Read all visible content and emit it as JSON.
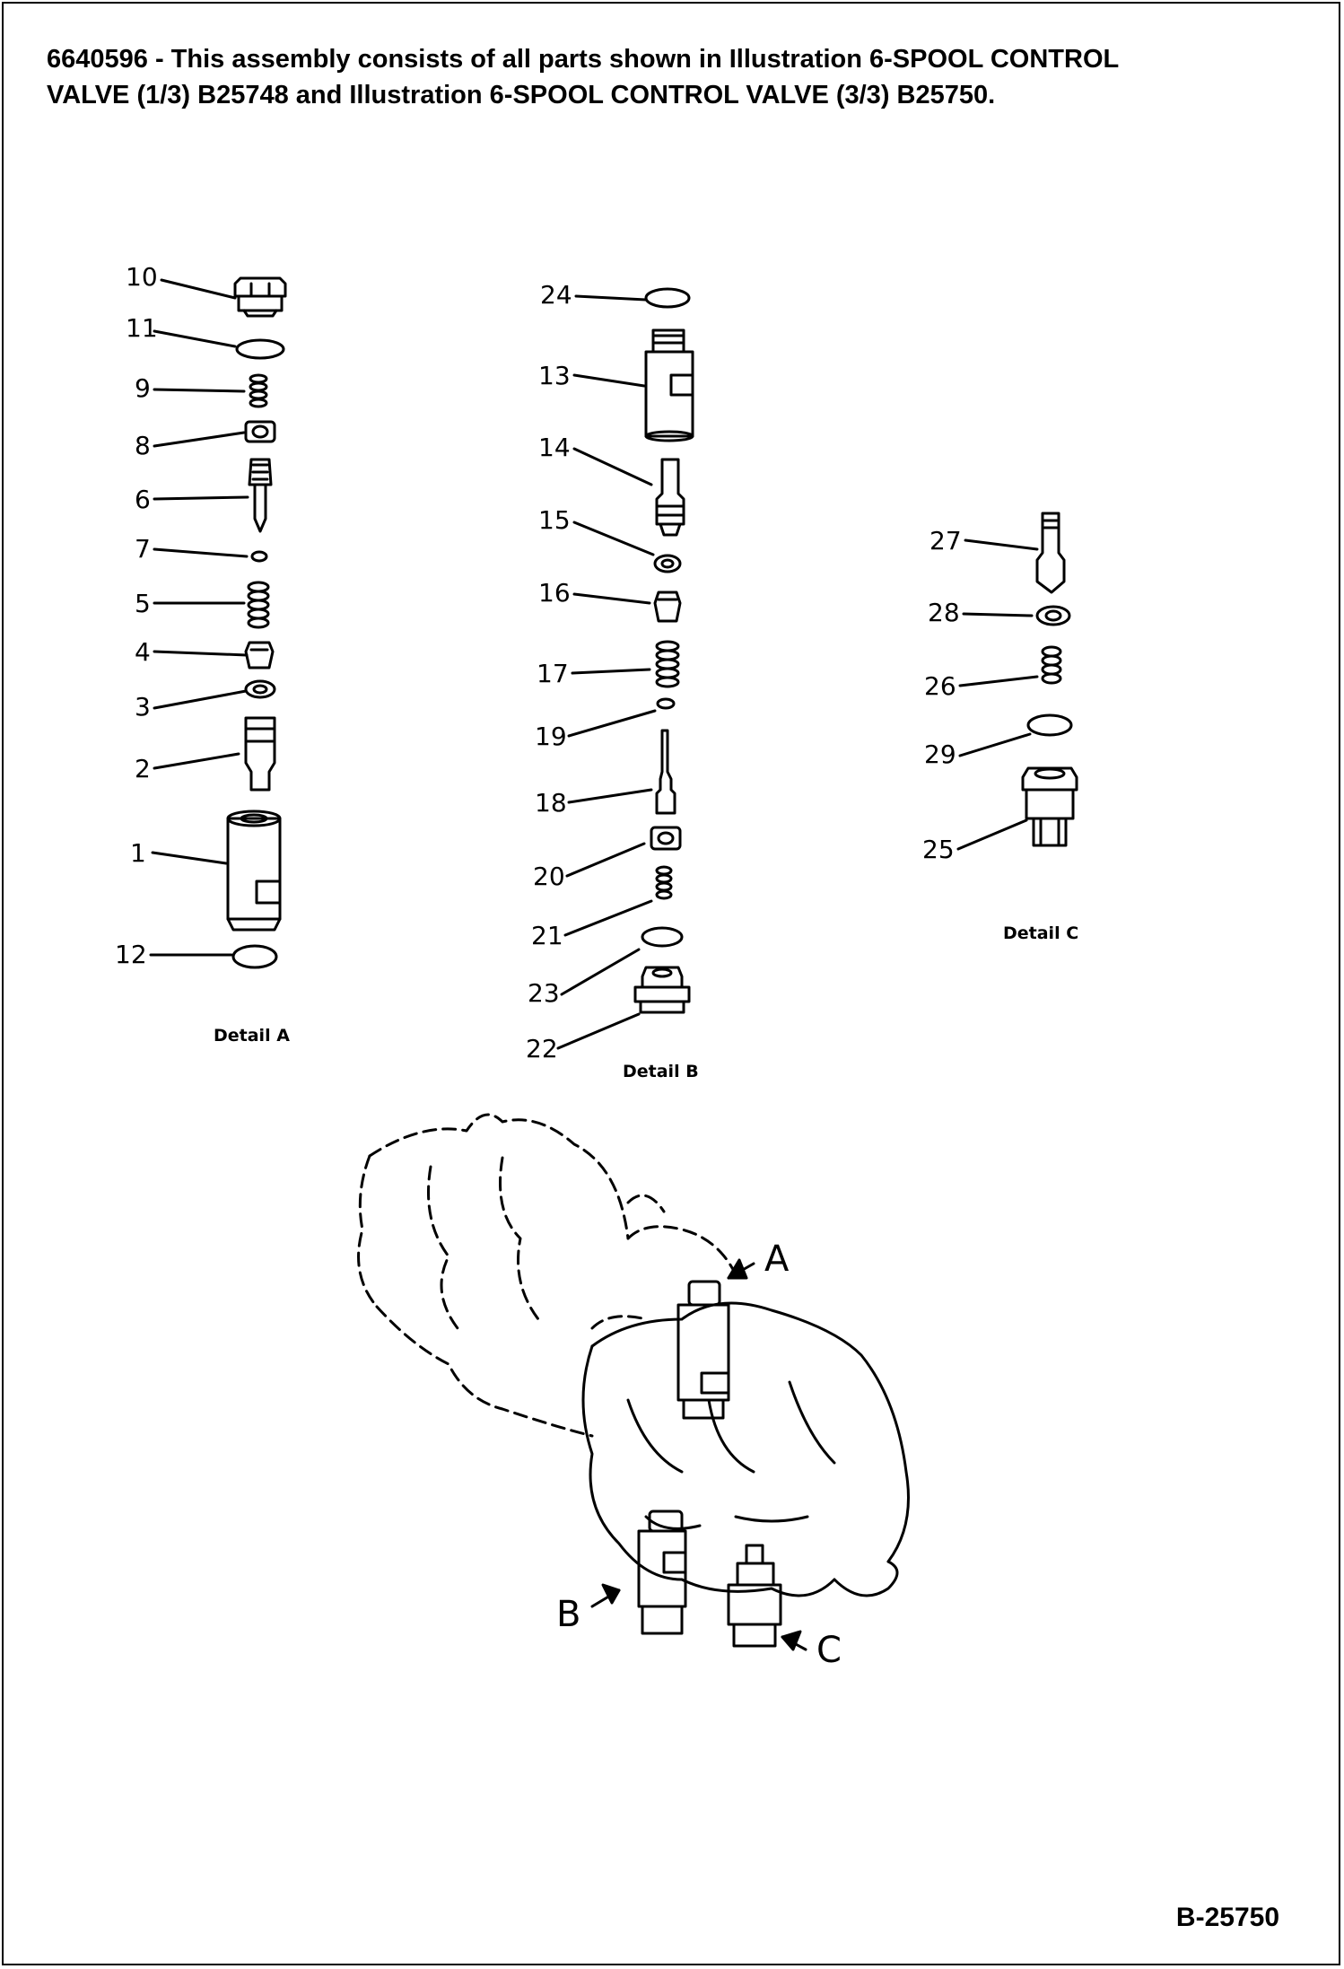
{
  "header": {
    "line1": "6640596 - This assembly consists of all parts shown in Illustration 6-SPOOL CONTROL",
    "line2": "VALVE (1/3) B25748 and Illustration 6-SPOOL CONTROL VALVE (3/3) B25750."
  },
  "detail_a": {
    "caption": "Detail A",
    "parts": [
      "10",
      "11",
      "9",
      "8",
      "6",
      "7",
      "5",
      "4",
      "3",
      "2",
      "1",
      "12"
    ]
  },
  "detail_b": {
    "caption": "Detail B",
    "parts": [
      "24",
      "13",
      "14",
      "15",
      "16",
      "17",
      "19",
      "18",
      "20",
      "21",
      "23",
      "22"
    ]
  },
  "detail_c": {
    "caption": "Detail C",
    "parts": [
      "27",
      "28",
      "26",
      "29",
      "25"
    ]
  },
  "assembly_view": {
    "callouts": [
      "A",
      "B",
      "C"
    ]
  },
  "figure_id": "B-25750"
}
